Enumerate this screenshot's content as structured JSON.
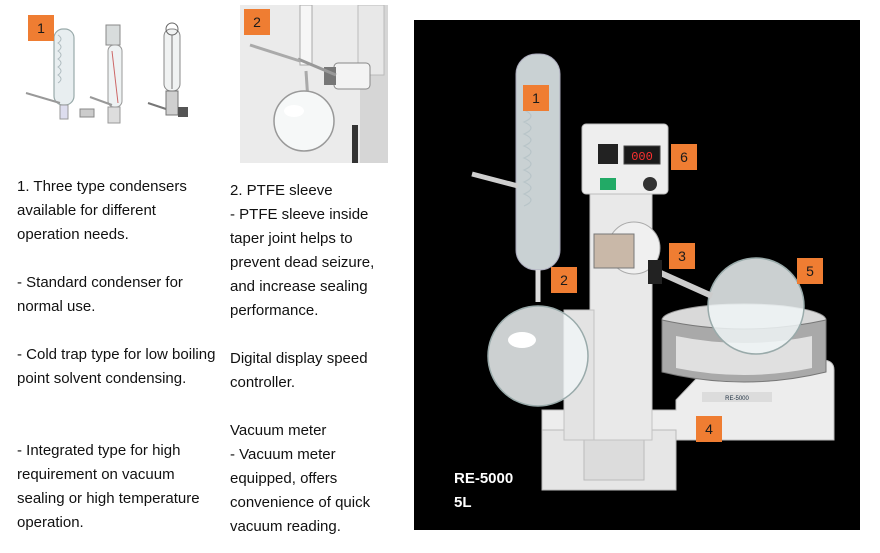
{
  "thumb1": {
    "badge": "1"
  },
  "thumb2": {
    "badge": "2"
  },
  "col1": {
    "heading": "1.  Three type condensers available for different operation needs.",
    "p1": "- Standard condenser for normal use.",
    "p2": "- Cold trap type for low boiling point solvent condensing.",
    "p3": "- Integrated type for high requirement on vacuum sealing or high temperature operation."
  },
  "col2": {
    "heading": "2. PTFE sleeve",
    "p1": "- PTFE sleeve inside taper joint helps to prevent dead seizure, and increase sealing performance.",
    "p2": "Digital display speed controller.",
    "p3": "Vacuum meter",
    "p4": "- Vacuum meter equipped, offers convenience of quick vacuum reading."
  },
  "main": {
    "badges": [
      "1",
      "2",
      "3",
      "4",
      "5",
      "6"
    ],
    "display_value": "000",
    "label_plate": "RE-5000",
    "model": "RE-5000",
    "volume": "5L"
  },
  "colors": {
    "badge": "#ef7d32",
    "photo_bg": "#000000"
  }
}
